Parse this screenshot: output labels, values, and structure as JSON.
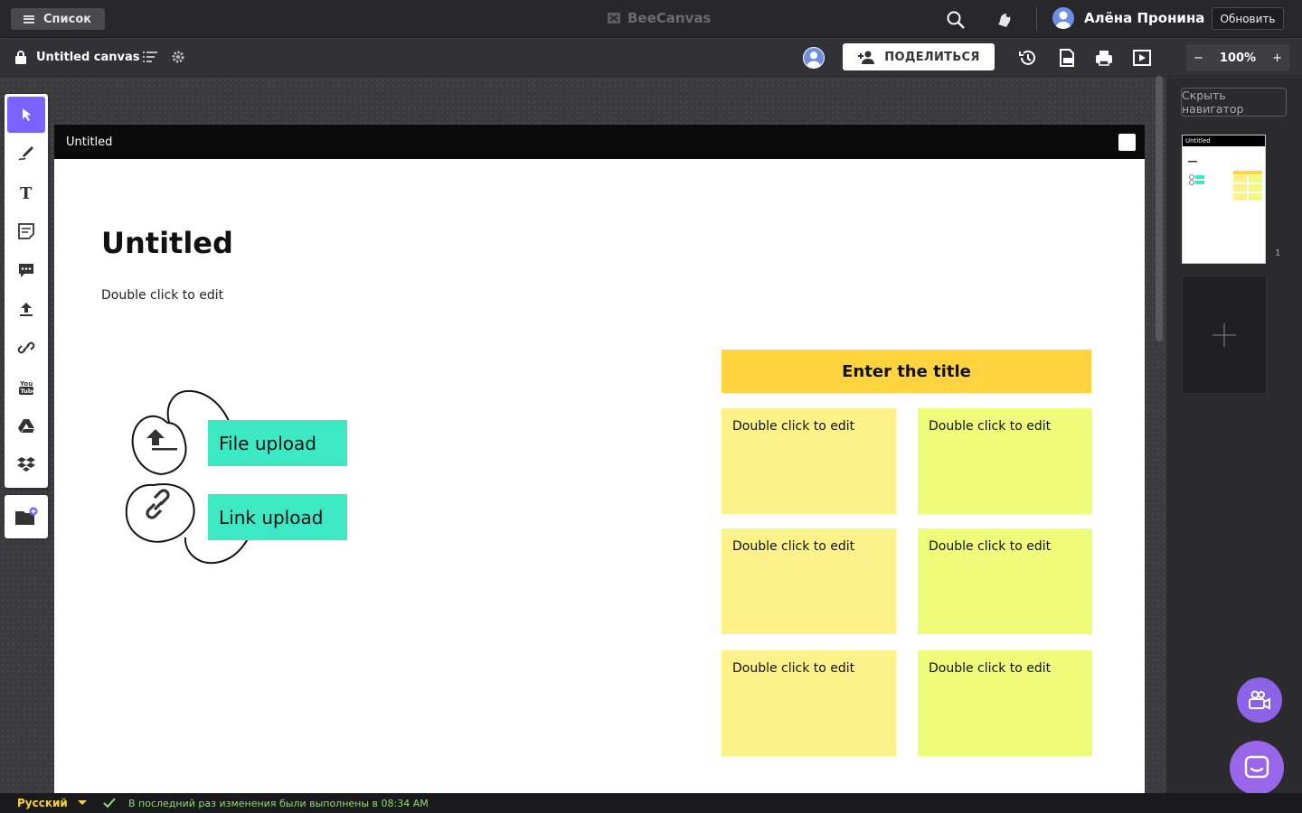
{
  "topbar": {
    "list_label": "Список",
    "brand": "BeeCanvas",
    "user_name": "Алёна Пронина",
    "update_label": "Обновить"
  },
  "canvasbar": {
    "title": "Untitled canvas",
    "share_label": "ПОДЕЛИТЬСЯ",
    "zoom_out": "−",
    "zoom_level": "100%",
    "zoom_in": "+"
  },
  "toolbar": {
    "tools": [
      "cursor-icon",
      "pen-icon",
      "text-icon",
      "sticky-note-icon",
      "comment-icon",
      "upload-icon",
      "link-icon",
      "youtube-icon",
      "google-drive-icon",
      "dropbox-icon"
    ],
    "active_tool": "cursor-icon",
    "folder_tool": "folder-add-icon"
  },
  "frame": {
    "name": "Untitled",
    "heading": "Untitled",
    "subtitle": "Double click to edit",
    "file_upload": "File upload",
    "link_upload": "Link upload",
    "section_title": "Enter the title",
    "notes": [
      "Double click to edit",
      "Double click to edit",
      "Double click to edit",
      "Double click to edit",
      "Double click to edit",
      "Double click to edit"
    ]
  },
  "navigator": {
    "hide_label": "Скрыть навигатор",
    "thumb_title": "Untitled",
    "page_number": "1"
  },
  "statusbar": {
    "language": "Русский",
    "message": "В последний раз изменения были выполнены в 08:34 AM"
  },
  "colors": {
    "accent": "#7b61ff",
    "teal_tag": "#3de8c4",
    "title_yellow": "#ffd43e",
    "note_yellow": "#fdf18a",
    "note_lime": "#eefc7a",
    "status_green": "#8ddc6a",
    "status_yellow": "#f5d236"
  }
}
